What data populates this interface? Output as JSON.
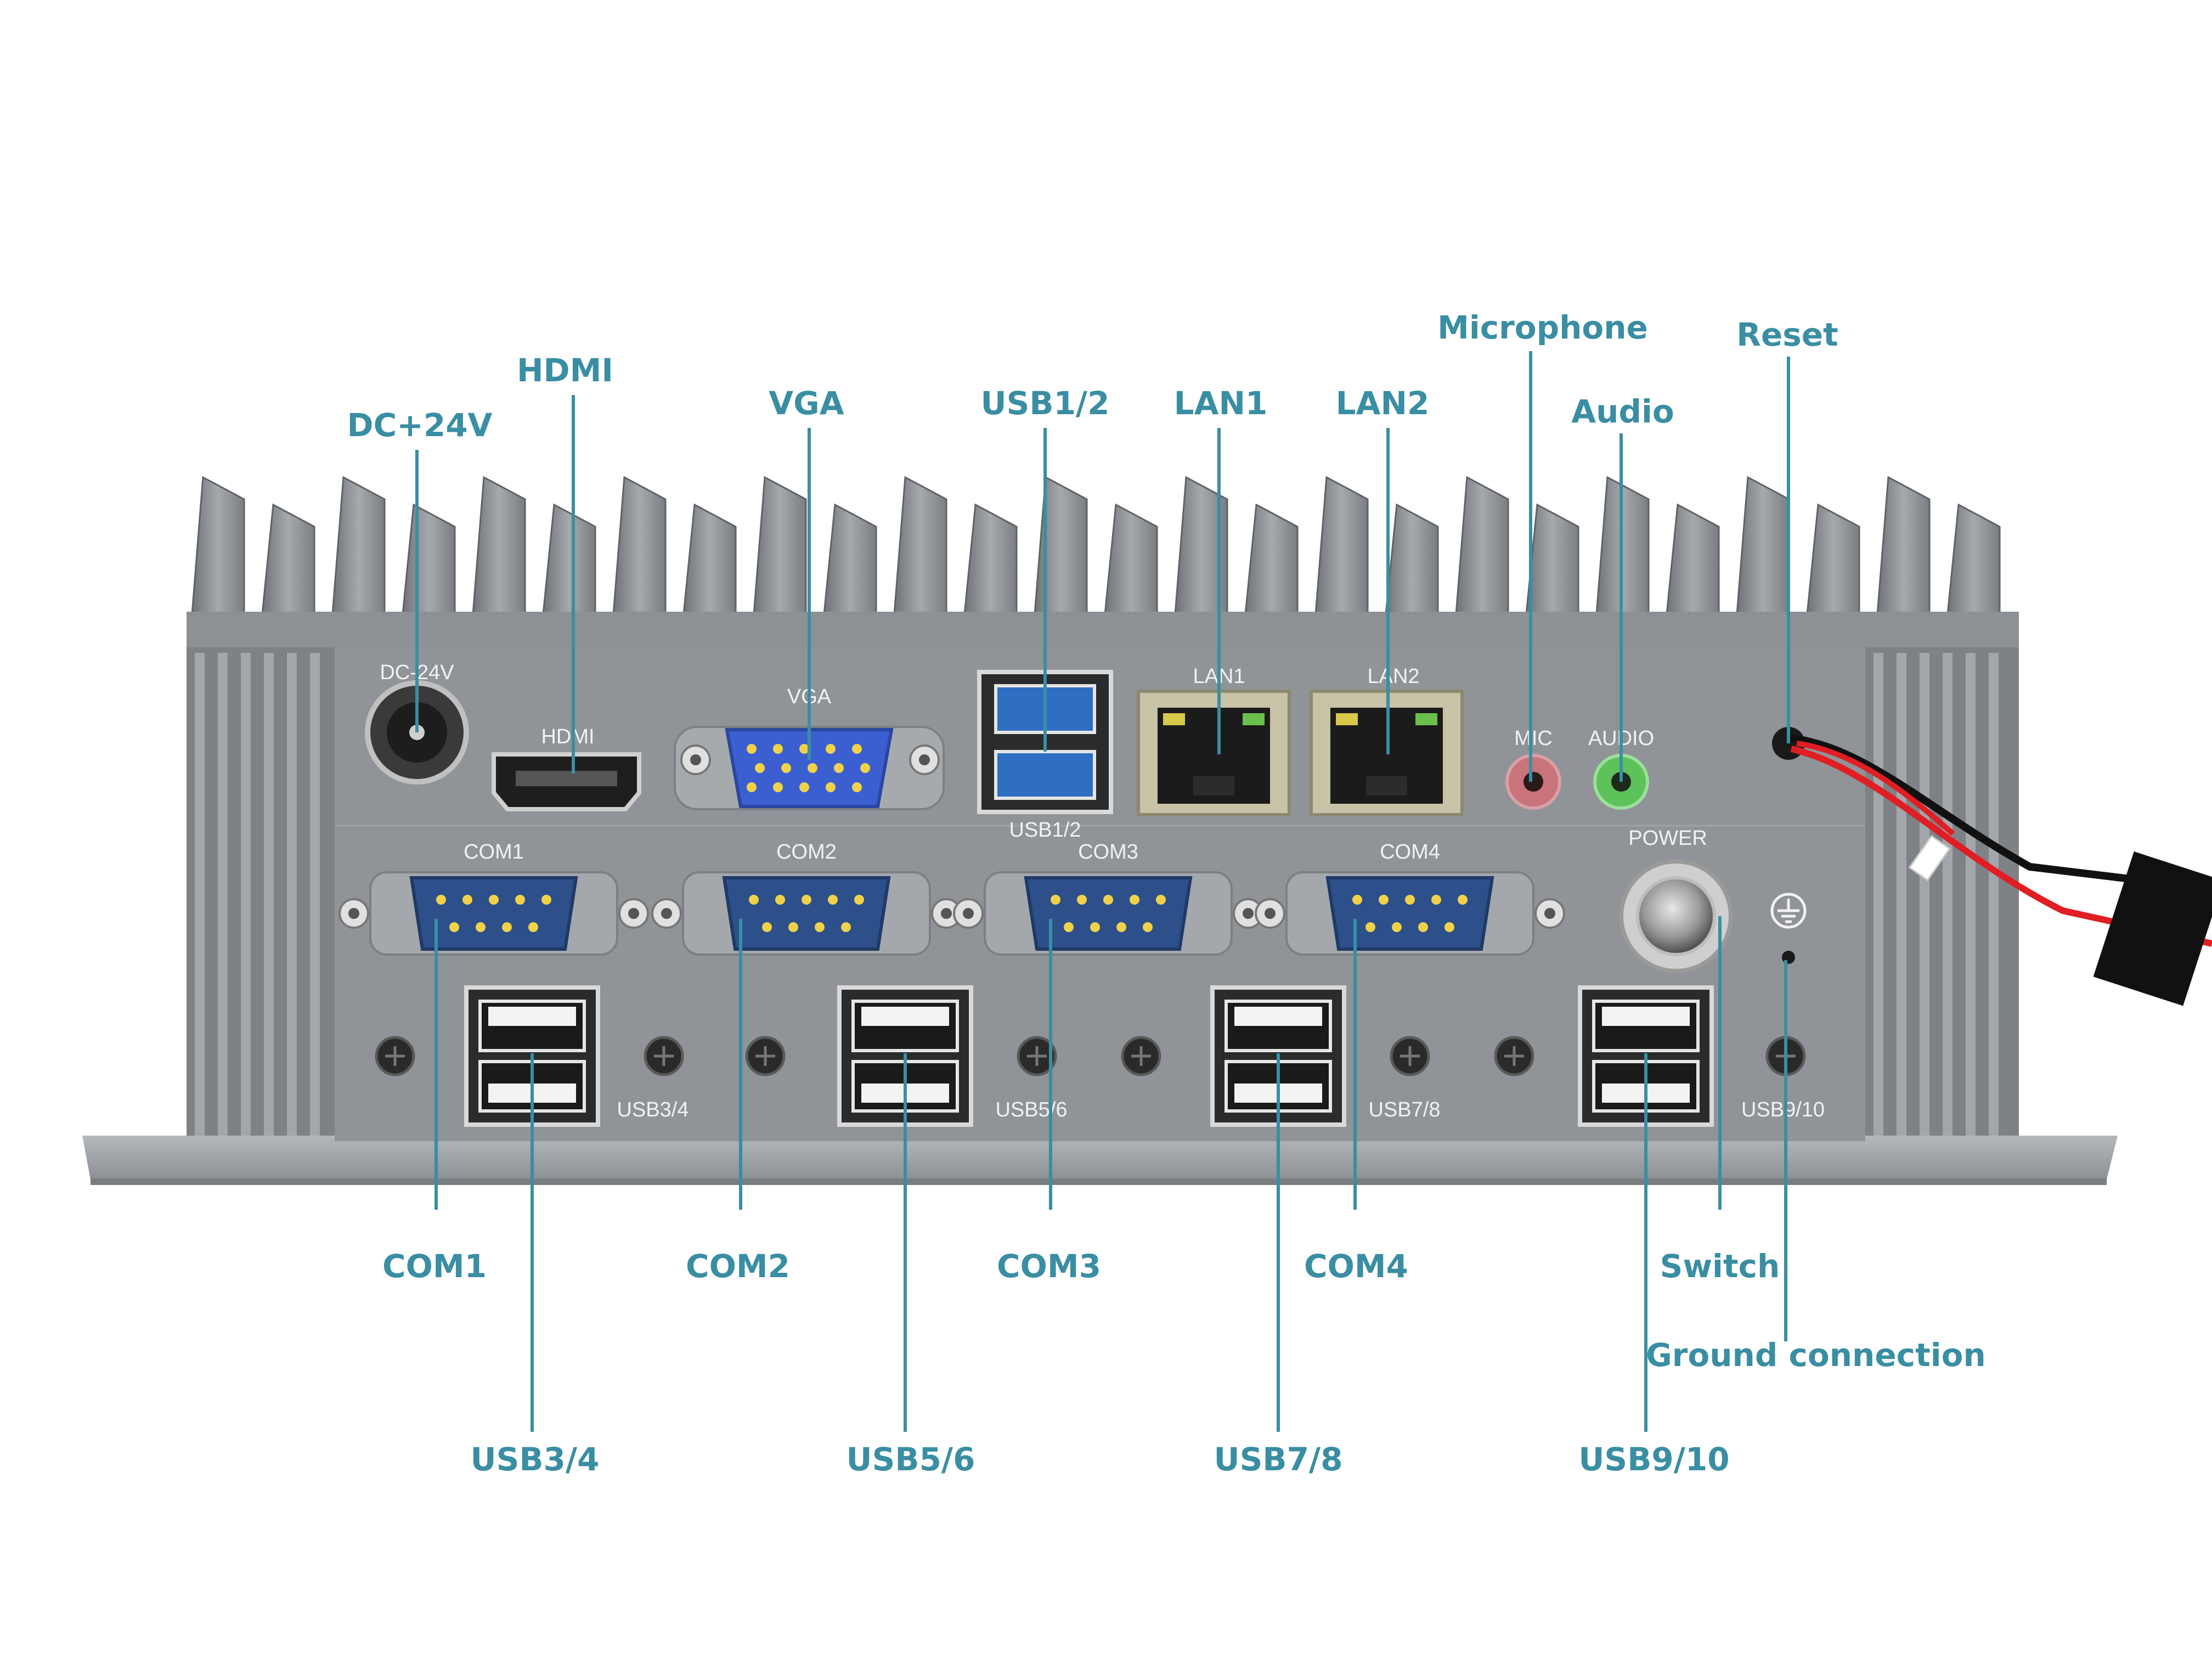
{
  "colors": {
    "callout": "#3a8ea3",
    "chassis": "#8a8d92",
    "chassis_dark": "#6b6e73",
    "panel": "#8f9296",
    "silk": "#f2f2f2",
    "db_blue": "#2d4f8a",
    "vga_blue": "#3b5fd0",
    "usb3_blue": "#2f6fc2",
    "mic_pink": "#c9737a",
    "audio_green": "#5dc25a"
  },
  "callouts": {
    "dc": "DC+24V",
    "hdmi": "HDMI",
    "vga": "VGA",
    "usb12": "USB1/2",
    "lan1": "LAN1",
    "lan2": "LAN2",
    "microphone": "Microphone",
    "audio": "Audio",
    "reset": "Reset",
    "com1": "COM1",
    "com2": "COM2",
    "com3": "COM3",
    "com4": "COM4",
    "switch": "Switch",
    "ground": "Ground connection",
    "usb34": "USB3/4",
    "usb56": "USB5/6",
    "usb78": "USB7/8",
    "usb910": "USB9/10"
  },
  "panel_labels": {
    "dc": "DC-24V",
    "hdmi": "HDMI",
    "vga": "VGA",
    "usb12": "USB1/2",
    "lan1": "LAN1",
    "lan2": "LAN2",
    "mic": "MIC",
    "audio": "AUDIO",
    "power": "POWER",
    "com1": "COM1",
    "com2": "COM2",
    "com3": "COM3",
    "com4": "COM4",
    "usb34": "USB3/4",
    "usb56": "USB5/6",
    "usb78": "USB7/8",
    "usb910": "USB9/10"
  },
  "icons": [
    "ground-symbol-icon",
    "screw-icon"
  ]
}
